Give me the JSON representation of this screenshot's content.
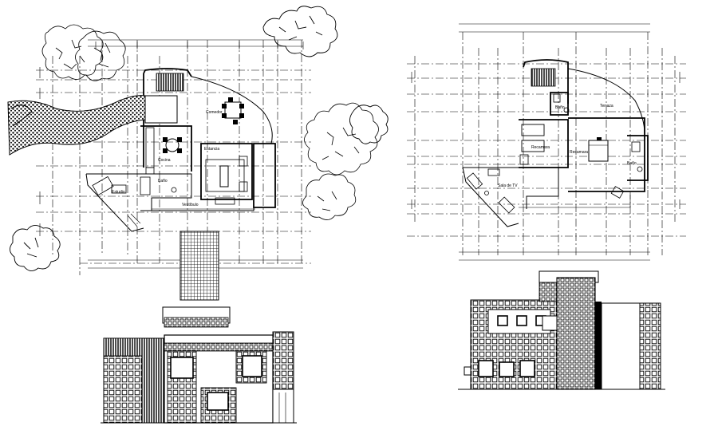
{
  "drawing": {
    "ground_floor_labels": {
      "comedor": "Comedor",
      "estancia": "Estancia",
      "cocina": "Cocina",
      "estudio": "Estudio",
      "bano": "Baño",
      "vestibulo": "Vestíbulo"
    },
    "upper_floor_labels": {
      "terraza": "Terraza",
      "recamara_1": "Recamara",
      "recamara_principal": "Recamara",
      "bano_1": "Baño",
      "bano_2": "Baño",
      "sala_tv": "Sala de TV"
    }
  }
}
